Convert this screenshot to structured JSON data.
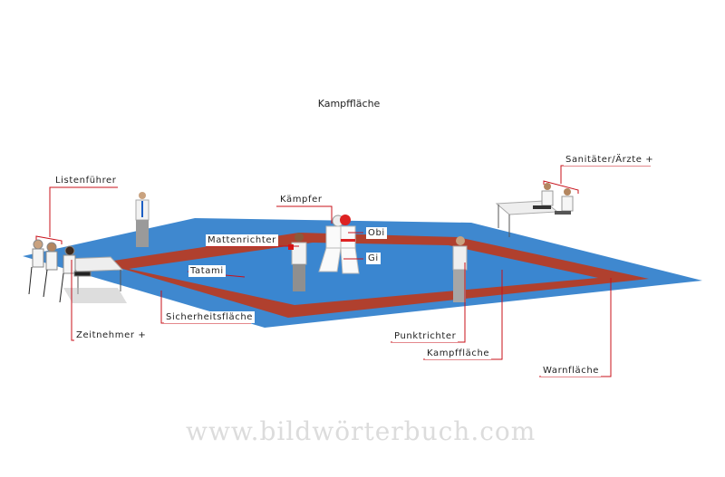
{
  "title": "Kampffläche",
  "watermark": "www.bildwörterbuch.com",
  "labels": {
    "listenfuehrer": "Listenführer",
    "kaempfer": "Kämpfer",
    "mattenrichter": "Mattenrichter",
    "obi": "Obi",
    "gi": "Gi",
    "tatami": "Tatami",
    "sicherheitsflaeche": "Sicherheitsfläche",
    "zeitnehmer": "Zeitnehmer +",
    "sanitaeter": "Sanitäter/Ärzte +",
    "punktrichter": "Punktrichter",
    "kampfflaeche": "Kampffläche",
    "warnflaeche": "Warnfläche"
  },
  "colors": {
    "mat_blue": "#3f88cf",
    "warning_red": "#b0402e",
    "leader": "#c8101a"
  }
}
